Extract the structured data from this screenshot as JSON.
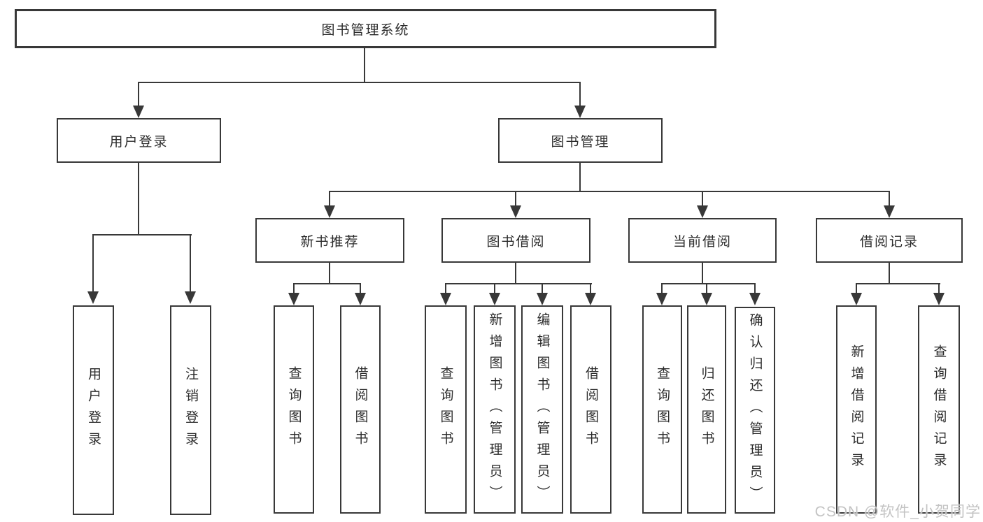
{
  "diagram": {
    "root": "图书管理系统",
    "level2": [
      {
        "label": "用户登录",
        "children": [
          "用户登录",
          "注销登录"
        ]
      },
      {
        "label": "图书管理"
      }
    ],
    "level3": [
      {
        "label": "新书推荐",
        "children": [
          "查询图书",
          "借阅图书"
        ]
      },
      {
        "label": "图书借阅",
        "children": [
          "查询图书",
          "新增图书（管理员）",
          "编辑图书（管理员）",
          "借阅图书"
        ]
      },
      {
        "label": "当前借阅",
        "children": [
          "查询图书",
          "归还图书",
          "确认归还（管理员）"
        ]
      },
      {
        "label": "借阅记录",
        "children": [
          "新增借阅记录",
          "查询借阅记录"
        ]
      }
    ]
  },
  "watermark": "CSDN @软件_小贺同学",
  "colors": {
    "line": "#383838",
    "text": "#2b2b2b",
    "watermark": "#c3c3c3",
    "background": "#ffffff"
  }
}
